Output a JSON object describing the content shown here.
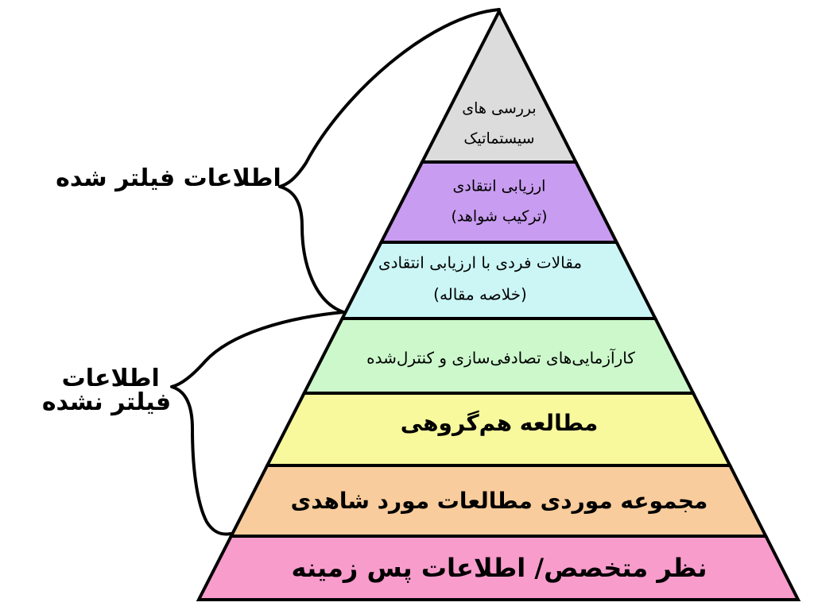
{
  "levels": [
    {
      "lines": [
        "بررسی های",
        "سیستماتیک"
      ],
      "color": "#dcdcdc"
    },
    {
      "lines": [
        "ارزیابی انتقادی",
        "(ترکیب شواهد)"
      ],
      "color": "#c89cf0"
    },
    {
      "lines": [
        "مقالات فردی با ارزیابی انتقادی",
        "(خلاصه مقاله)"
      ],
      "color": "#ccf6f6"
    },
    {
      "lines": [
        "کارآزمایی‌های تصادفی‌سازی و کنترل‌شده"
      ],
      "color": "#ccf8cc"
    },
    {
      "lines": [
        "مطالعه هم‌گروهی"
      ],
      "color": "#f8f89c"
    },
    {
      "lines": [
        "مجموعه موردی مطالعات مورد شاهدی"
      ],
      "color": "#f8cc9c"
    },
    {
      "lines": [
        "نظر متخصص/ اطلاعات پس زمینه"
      ],
      "color": "#f89ccc"
    }
  ],
  "filtered_label": "اطلاعات فیلتر شده",
  "unfiltered_label": [
    "اطلاعات",
    "فیلتر نشده"
  ]
}
